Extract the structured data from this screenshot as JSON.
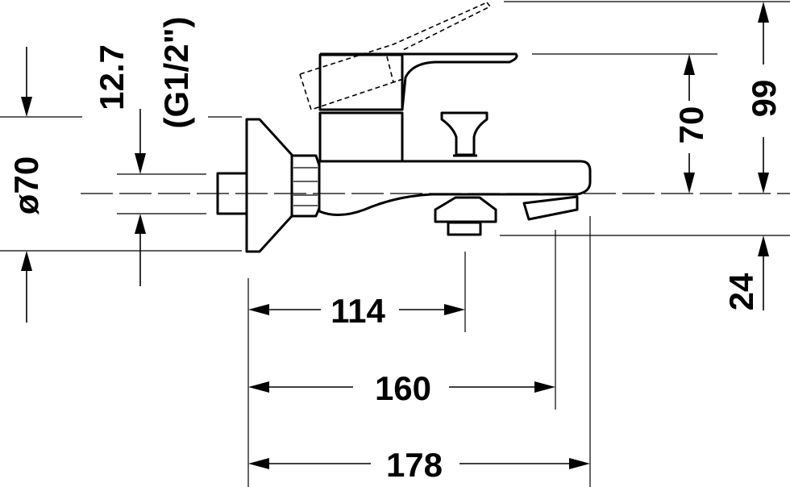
{
  "dimensions": {
    "width_114": "114",
    "width_160": "160",
    "width_178": "178",
    "height_99": "99",
    "height_70": "70",
    "height_24": "24",
    "dia_70": "ø70",
    "dia_12_7": "12.7",
    "thread": "(G1/2\")"
  }
}
